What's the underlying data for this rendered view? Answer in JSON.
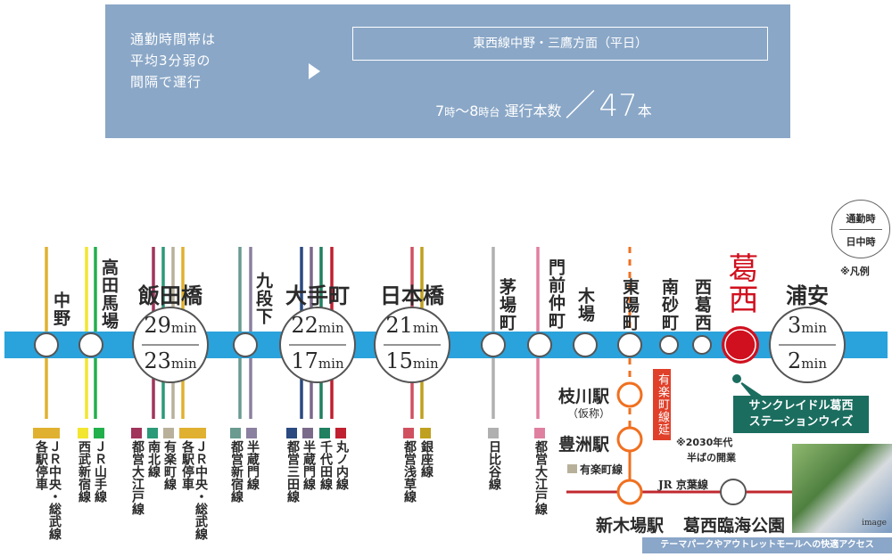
{
  "header": {
    "interval_text": [
      "通勤時間帯は",
      "平均3分弱の",
      "間隔で運行"
    ],
    "direction": "東西線中野・三鷹方面（平日）",
    "time_from": "7",
    "time_unit": "時",
    "tilde": "〜",
    "time_to": "8",
    "time_suffix": "時台",
    "count_label": "運行本数",
    "slash": "／",
    "count": "47",
    "count_unit": "本"
  },
  "legend": {
    "rush": "通勤時",
    "daytime": "日中時",
    "note": "※凡例"
  },
  "unit": "min",
  "colors": {
    "tozai": "#2aa2dc",
    "home": "#d0101e",
    "yurakucho_ext": "#f07020",
    "keiyo": "#c0282e",
    "callout": "#1b6d5f"
  },
  "stations": [
    {
      "name": "中野",
      "lines": [
        {
          "color": "#e0b030",
          "label": "ＪＲ中央・総武線\n各駅停車"
        }
      ]
    },
    {
      "name": "高田馬場",
      "lines": [
        {
          "color": "#f2e630",
          "label": "西武新宿線"
        },
        {
          "color": "#22b04a",
          "label": "ＪＲ山手線"
        }
      ]
    },
    {
      "name": "飯田橋",
      "rush": "29",
      "day": "23",
      "lines": [
        {
          "color": "#a0345a",
          "label": "都営大江戸線"
        },
        {
          "color": "#2a9a78",
          "label": "南北線"
        },
        {
          "color": "#b8b09a",
          "label": "有楽町線"
        },
        {
          "color": "#e0b030",
          "label": "ＪＲ中央・総武線\n各駅停車"
        }
      ]
    },
    {
      "name": "九段下",
      "lines": [
        {
          "color": "#6a9a90",
          "label": "都営新宿線"
        },
        {
          "color": "#8a80a0",
          "label": "半蔵門線"
        }
      ]
    },
    {
      "name": "大手町",
      "rush": "22",
      "day": "17",
      "lines": [
        {
          "color": "#2a4a80",
          "label": "都営三田線"
        },
        {
          "color": "#7a6a8a",
          "label": "半蔵門線"
        },
        {
          "color": "#208060",
          "label": "千代田線"
        },
        {
          "color": "#c02030",
          "label": "丸ノ内線"
        }
      ]
    },
    {
      "name": "日本橋",
      "rush": "21",
      "day": "15",
      "lines": [
        {
          "color": "#d05060",
          "label": "都営浅草線"
        },
        {
          "color": "#c0a020",
          "label": "銀座線"
        }
      ]
    },
    {
      "name": "茅場町",
      "lines": [
        {
          "color": "#b0b0b0",
          "label": "日比谷線"
        }
      ]
    },
    {
      "name": "門前仲町",
      "lines": [
        {
          "color": "#e080a0",
          "label": "都営大江戸線"
        }
      ]
    },
    {
      "name": "木場",
      "lines": []
    },
    {
      "name": "東陽町",
      "lines": []
    },
    {
      "name": "南砂町",
      "lines": []
    },
    {
      "name": "西葛西",
      "lines": []
    },
    {
      "name": "葛西",
      "home": true,
      "lines": []
    },
    {
      "name": "浦安",
      "rush": "3",
      "day": "2",
      "lines": []
    }
  ],
  "branch": {
    "extension_label": "有楽町線延伸",
    "edagawa": "枝川駅",
    "edagawa_note": "（仮称）",
    "toyosu": "豊洲駅",
    "yurakucho_legend": "有楽町線",
    "yurakucho_color": "#b8b09a",
    "opening_note": [
      "※2030年代",
      "半ばの開業"
    ],
    "keiyo_label": "JR 京葉線",
    "shinkiba": "新木場駅",
    "kasai_rinkai": "葛西臨海公園"
  },
  "callout": [
    "サンクレイドル葛西",
    "ステーションウィズ"
  ],
  "photo_caption": "image",
  "bottom_bar": "テーマパークやアウトレットモールへの快適アクセス"
}
